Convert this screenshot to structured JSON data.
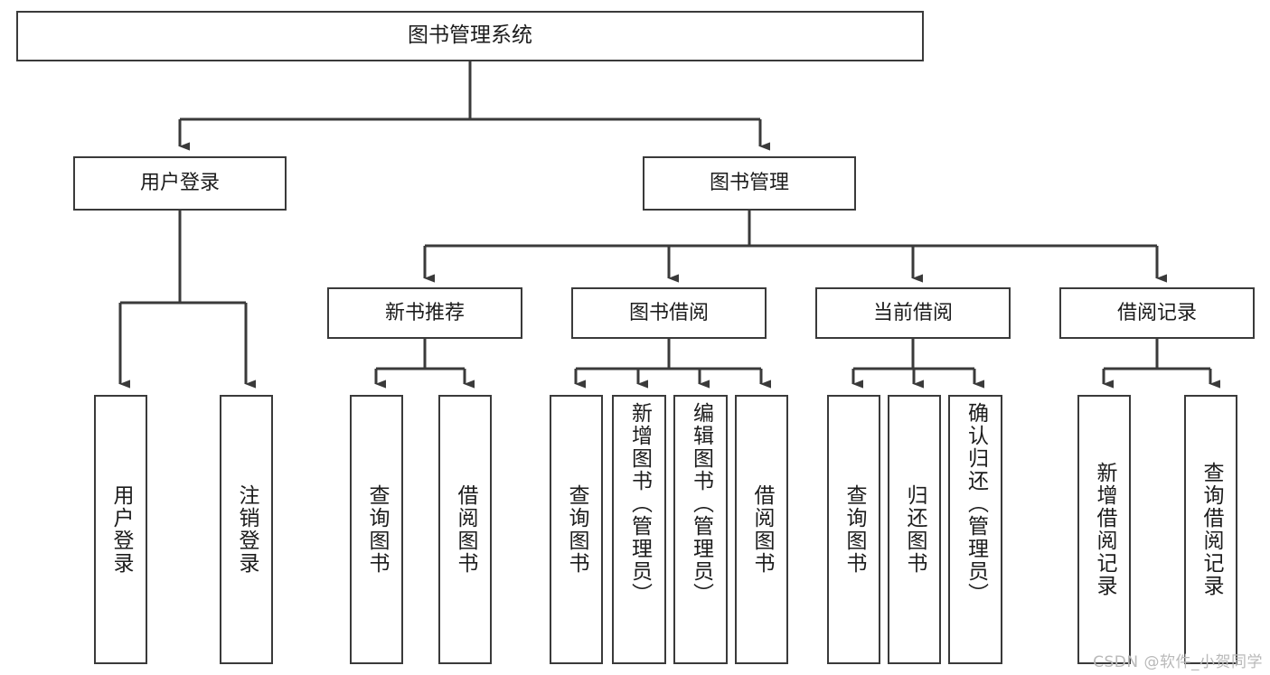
{
  "diagram": {
    "title": "图书管理系统",
    "root": {
      "id": "root",
      "label": "图书管理系统"
    },
    "level2": [
      {
        "id": "user-login",
        "label": "用户登录"
      },
      {
        "id": "book-manage",
        "label": "图书管理"
      }
    ],
    "level3": [
      {
        "id": "new-book-recommend",
        "label": "新书推荐"
      },
      {
        "id": "book-borrow",
        "label": "图书借阅"
      },
      {
        "id": "current-borrow",
        "label": "当前借阅"
      },
      {
        "id": "borrow-record",
        "label": "借阅记录"
      }
    ],
    "leaves": {
      "user_login": [
        {
          "id": "leaf-user-login",
          "label": "用户登录"
        },
        {
          "id": "leaf-logout-login",
          "label": "注销登录"
        }
      ],
      "new_book_recommend": [
        {
          "id": "leaf-query-book-1",
          "label": "查询图书"
        },
        {
          "id": "leaf-borrow-book-1",
          "label": "借阅图书"
        }
      ],
      "book_borrow": [
        {
          "id": "leaf-query-book-2",
          "label": "查询图书"
        },
        {
          "id": "leaf-add-book",
          "label": "新增图书（管理员）"
        },
        {
          "id": "leaf-edit-book",
          "label": "编辑图书（管理员）"
        },
        {
          "id": "leaf-borrow-book-2",
          "label": "借阅图书"
        }
      ],
      "current_borrow": [
        {
          "id": "leaf-query-book-3",
          "label": "查询图书"
        },
        {
          "id": "leaf-return-book",
          "label": "归还图书"
        },
        {
          "id": "leaf-confirm-return",
          "label": "确认归还（管理员）"
        }
      ],
      "borrow_record": [
        {
          "id": "leaf-add-record",
          "label": "新增借阅记录"
        },
        {
          "id": "leaf-query-record",
          "label": "查询借阅记录"
        }
      ]
    }
  },
  "watermark": {
    "text": "CSDN @软件_小贺同学"
  },
  "colors": {
    "border": "#3a3a3a",
    "background": "#ffffff",
    "text": "#1c1c1c",
    "watermark": "#b9b9b9"
  }
}
